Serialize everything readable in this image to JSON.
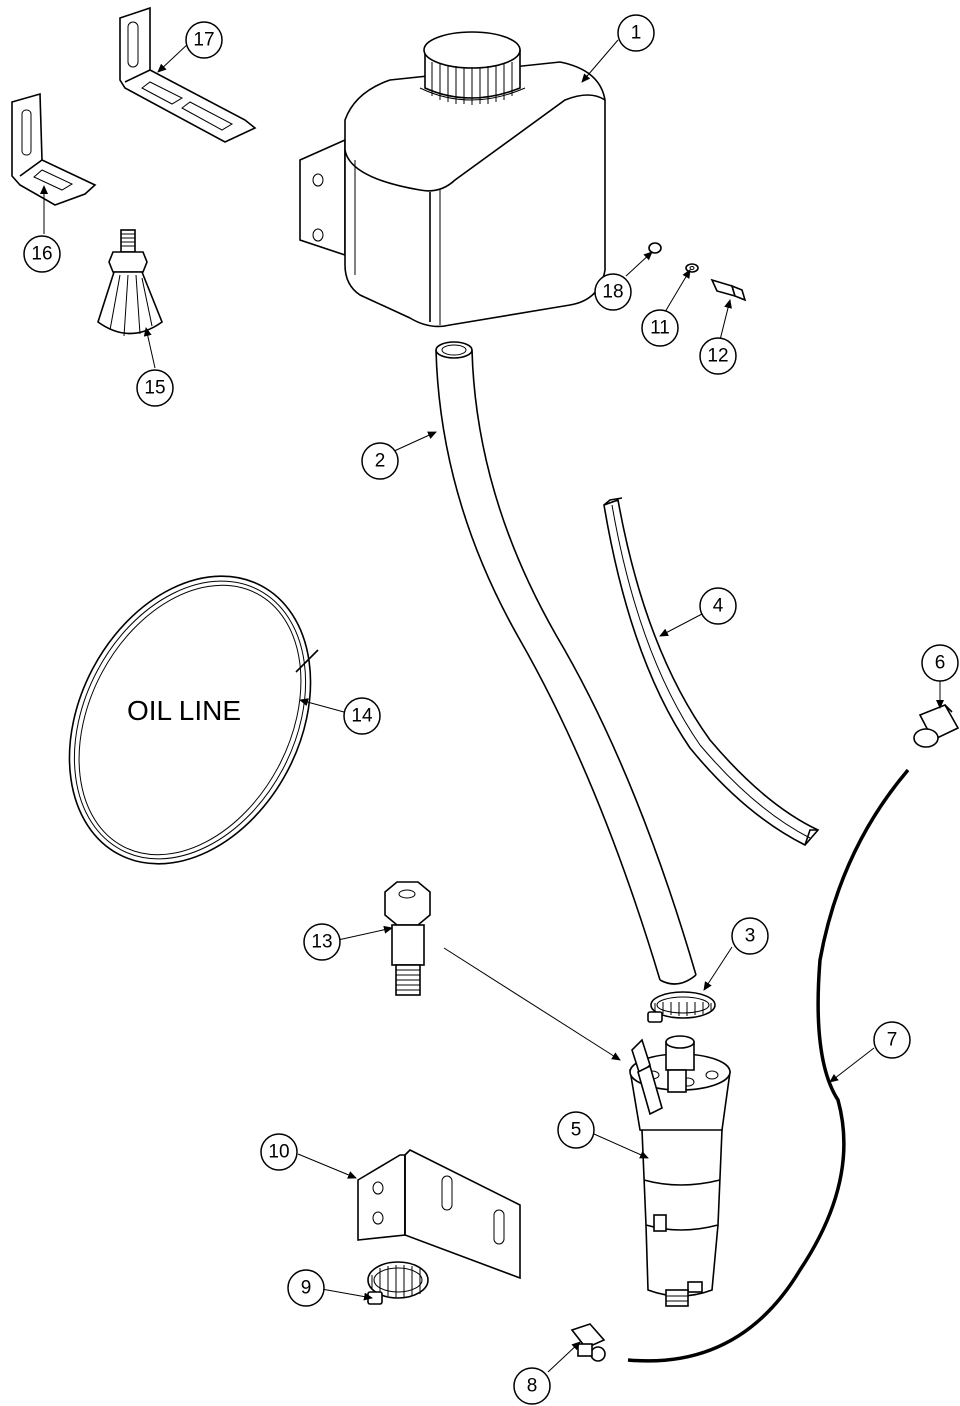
{
  "callouts": [
    {
      "id": "1"
    },
    {
      "id": "2"
    },
    {
      "id": "3"
    },
    {
      "id": "4"
    },
    {
      "id": "5"
    },
    {
      "id": "6"
    },
    {
      "id": "7"
    },
    {
      "id": "8"
    },
    {
      "id": "9"
    },
    {
      "id": "10"
    },
    {
      "id": "11"
    },
    {
      "id": "12"
    },
    {
      "id": "13"
    },
    {
      "id": "14"
    },
    {
      "id": "15"
    },
    {
      "id": "16"
    },
    {
      "id": "17"
    },
    {
      "id": "18"
    }
  ],
  "oil_line_label": "OIL LINE"
}
